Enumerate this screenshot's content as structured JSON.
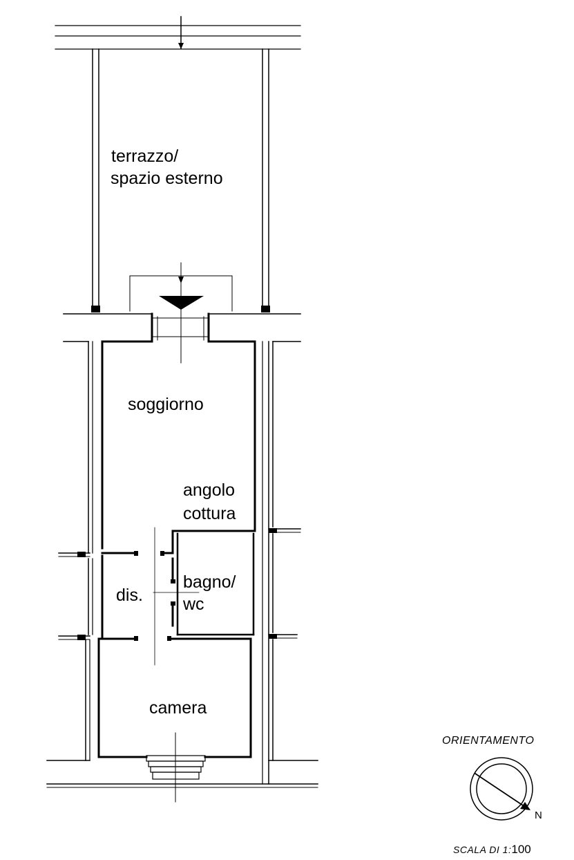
{
  "rooms": {
    "terrazzo_line1": "terrazzo/",
    "terrazzo_line2": "spazio esterno",
    "soggiorno": "soggiorno",
    "angolo_line1": "angolo",
    "angolo_line2": "cottura",
    "dis": "dis.",
    "bagno_line1": "bagno/",
    "bagno_line2": "wc",
    "camera": "camera"
  },
  "orientation": {
    "title": "ORIENTAMENTO",
    "north_label": "N"
  },
  "scale": {
    "prefix": "SCALA DI 1:",
    "value": "100"
  }
}
